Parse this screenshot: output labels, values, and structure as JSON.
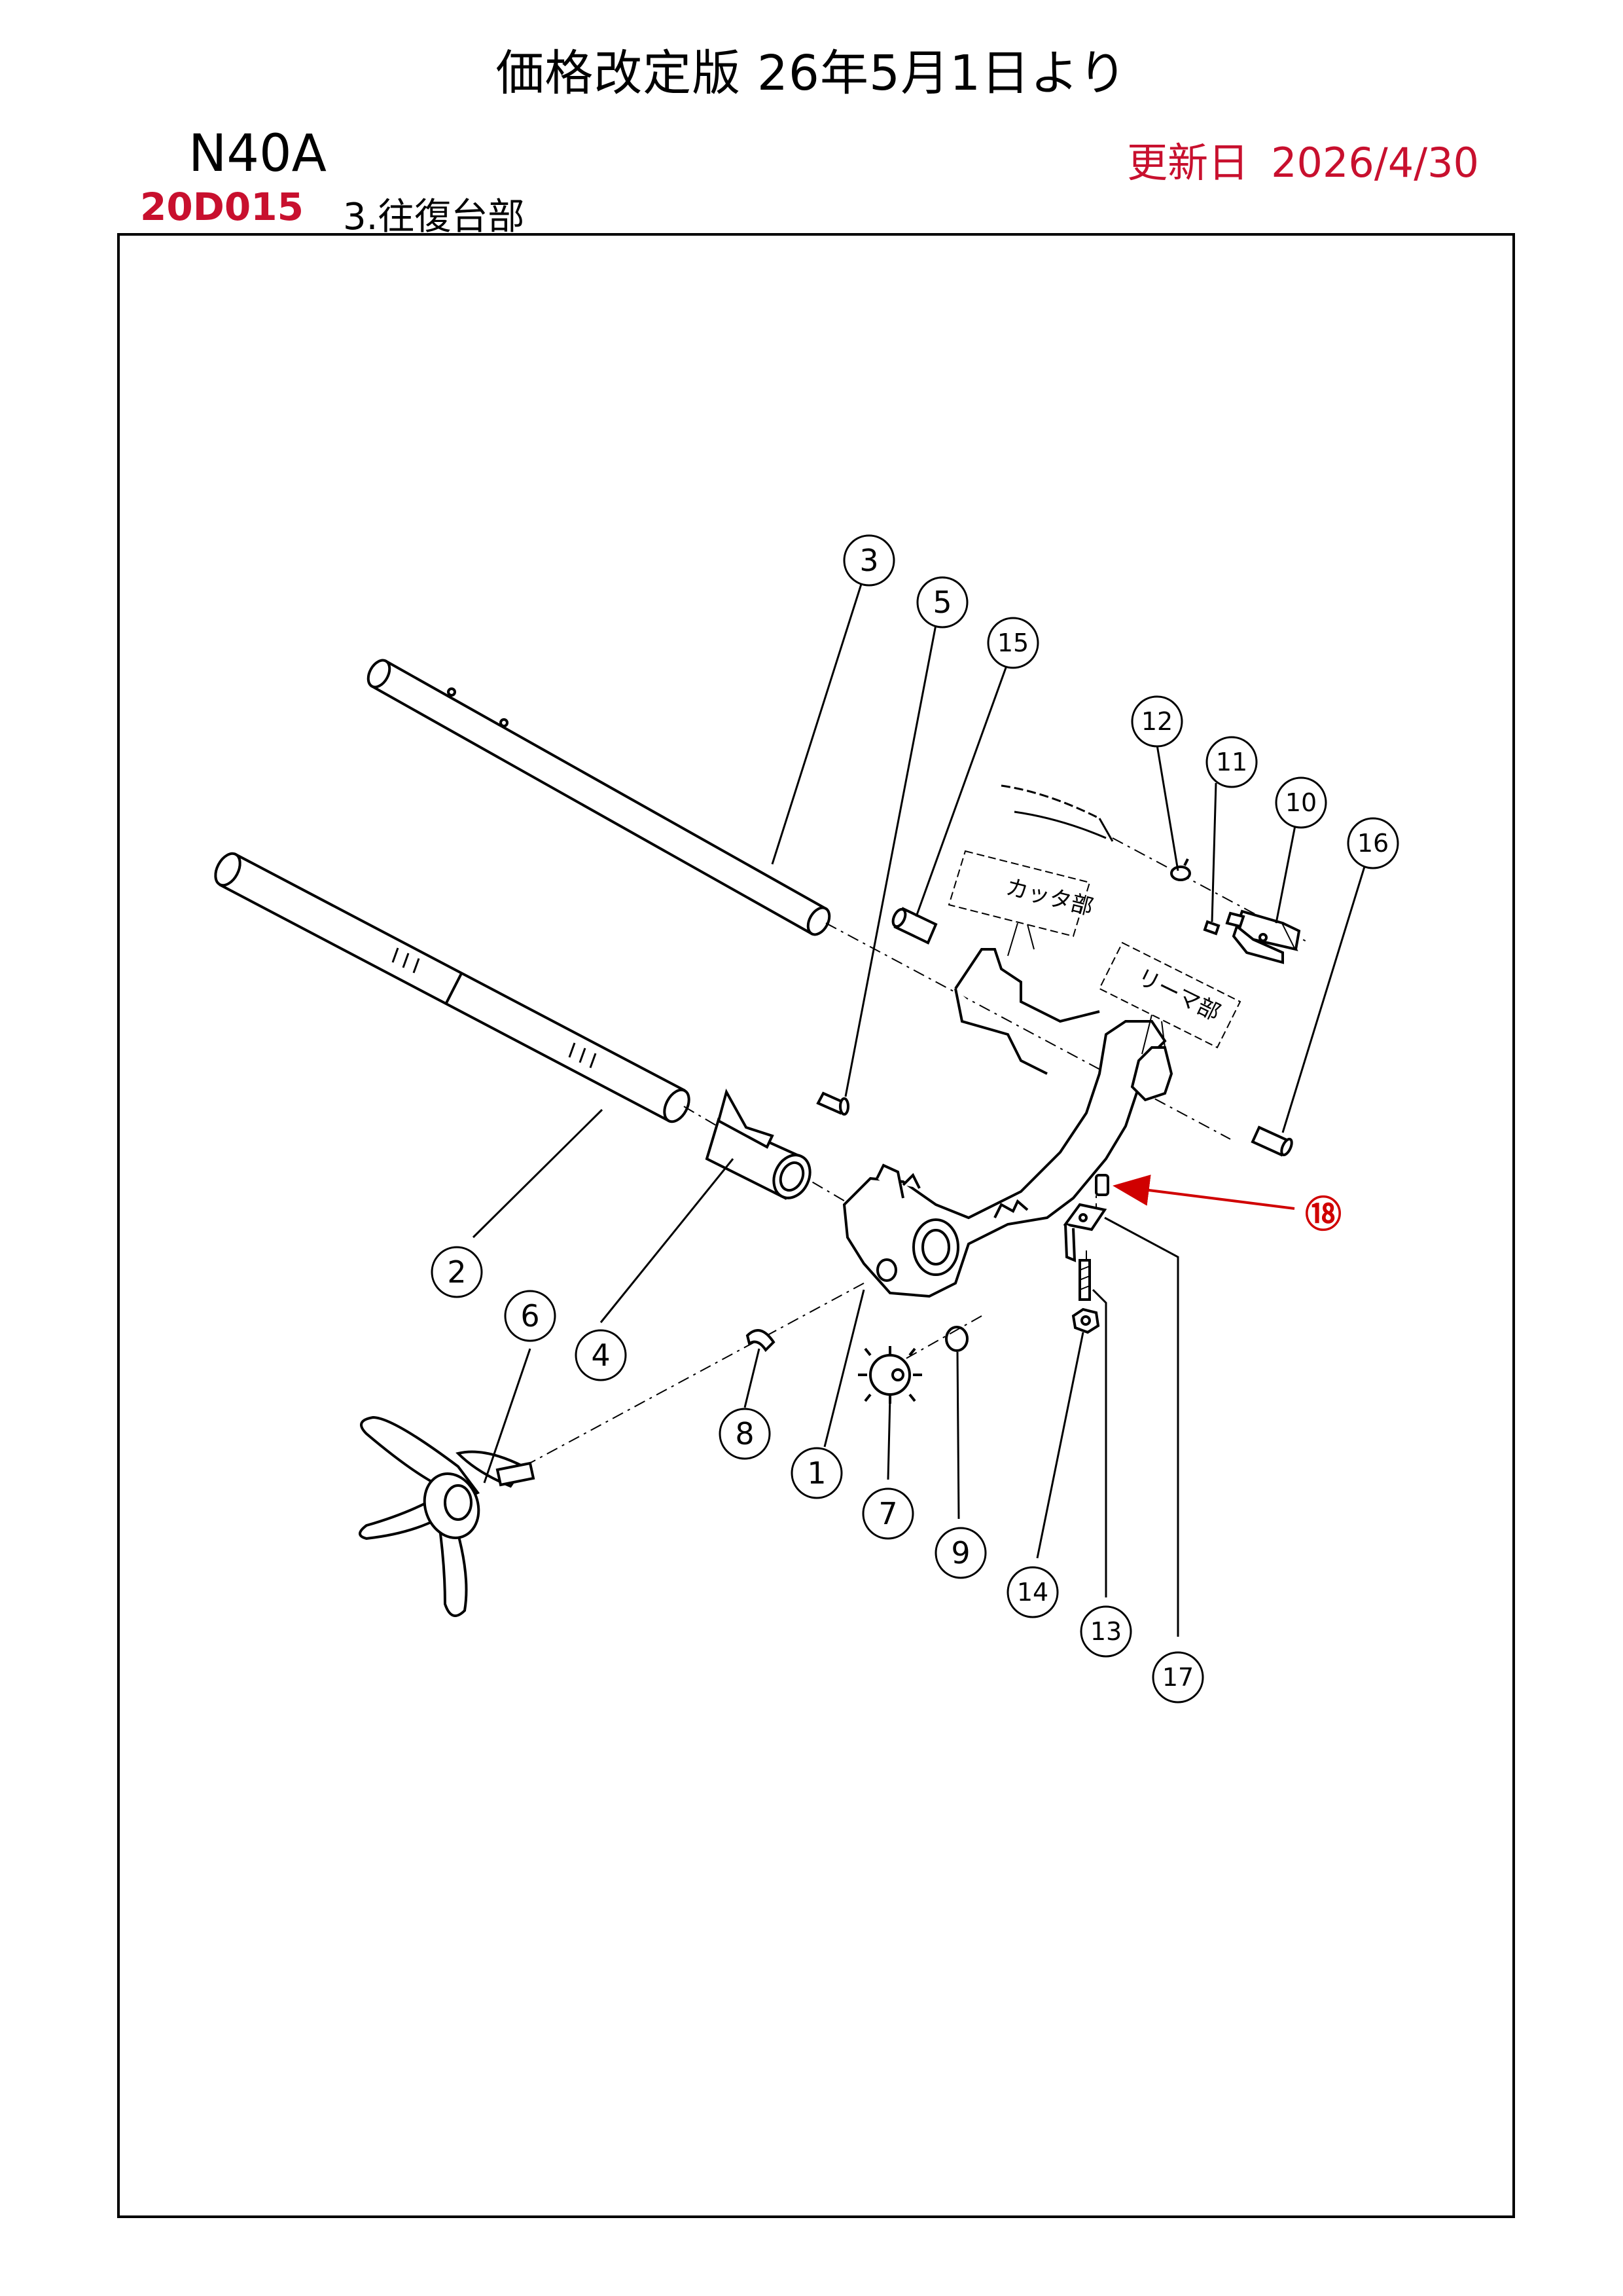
{
  "header": {
    "title": "価格改定版 26年5月1日より",
    "model": "N40A",
    "updated_label": "更新日",
    "updated_date": "2026/4/30",
    "part_code": "20D015",
    "section": "3.往復台部"
  },
  "diagram": {
    "labels": {
      "cutter": "カッタ部",
      "reamer": "リーマ部"
    },
    "callouts": [
      "1",
      "2",
      "3",
      "4",
      "5",
      "6",
      "7",
      "8",
      "9",
      "10",
      "11",
      "12",
      "13",
      "14",
      "15",
      "16",
      "17"
    ],
    "highlight": "⑱",
    "colors": {
      "accent": "#d00000",
      "header_red": "#c8102e"
    }
  }
}
